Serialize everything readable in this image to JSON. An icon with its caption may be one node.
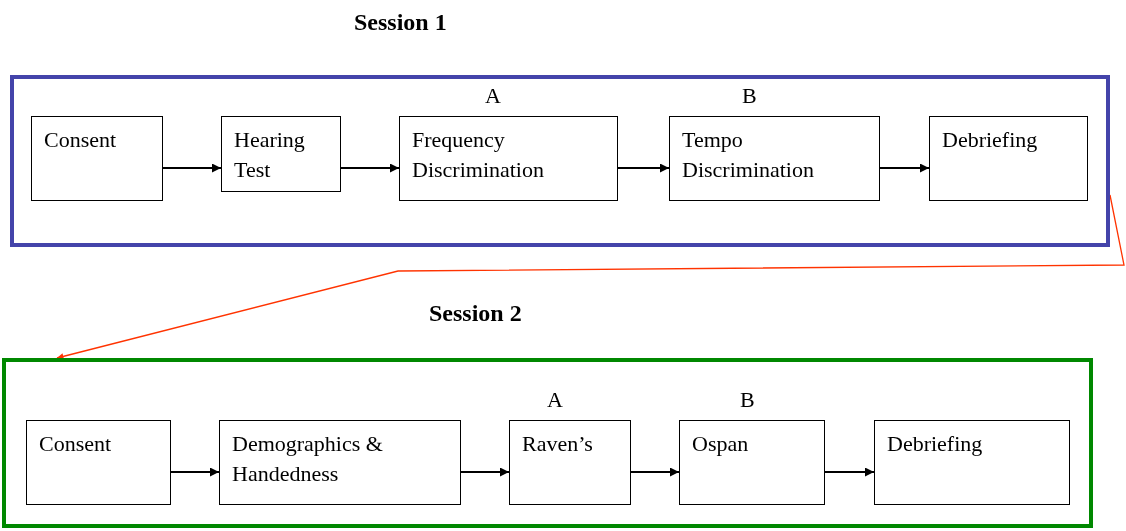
{
  "diagram": {
    "nodes": [
      {
        "text": [
          "Session 1"
        ]
      },
      {
        "text": [
          "Consent"
        ],
        "in": 0
      },
      {
        "text": [
          "Hearing Test"
        ],
        "in": 0
      },
      {
        "text": [
          "Frequency Discrimination"
        ],
        "in": 0,
        "beside": [
          "A"
        ]
      },
      {
        "text": [
          "Tempo Discrimination"
        ],
        "in": 0,
        "beside": [
          "B"
        ]
      },
      {
        "text": [
          "Debriefing"
        ],
        "in": 0
      },
      {
        "text": [
          "Session 2"
        ]
      },
      {
        "text": [
          "Consent"
        ],
        "in": 6
      },
      {
        "text": [
          "Demographics & Handedness"
        ],
        "in": 6
      },
      {
        "text": [
          "Raven’s"
        ],
        "in": 6,
        "beside": [
          "A"
        ]
      },
      {
        "text": [
          "Ospan"
        ],
        "in": 6,
        "beside": [
          "B"
        ]
      },
      {
        "text": [
          "Debriefing"
        ],
        "in": 6
      }
    ],
    "edges": [
      {
        "from": 1,
        "to": 2,
        "arrow": "to"
      },
      {
        "from": 2,
        "to": 3,
        "arrow": "to"
      },
      {
        "from": 3,
        "to": 4,
        "arrow": "to"
      },
      {
        "from": 4,
        "to": 5,
        "arrow": "to"
      },
      {
        "from": 0,
        "to": 6,
        "arrow": "to",
        "color": "#ff3300"
      },
      {
        "from": 7,
        "to": 8,
        "arrow": "to"
      },
      {
        "from": 8,
        "to": 9,
        "arrow": "to"
      },
      {
        "from": 9,
        "to": 10,
        "arrow": "to"
      },
      {
        "from": 10,
        "to": 11,
        "arrow": "to"
      }
    ]
  }
}
